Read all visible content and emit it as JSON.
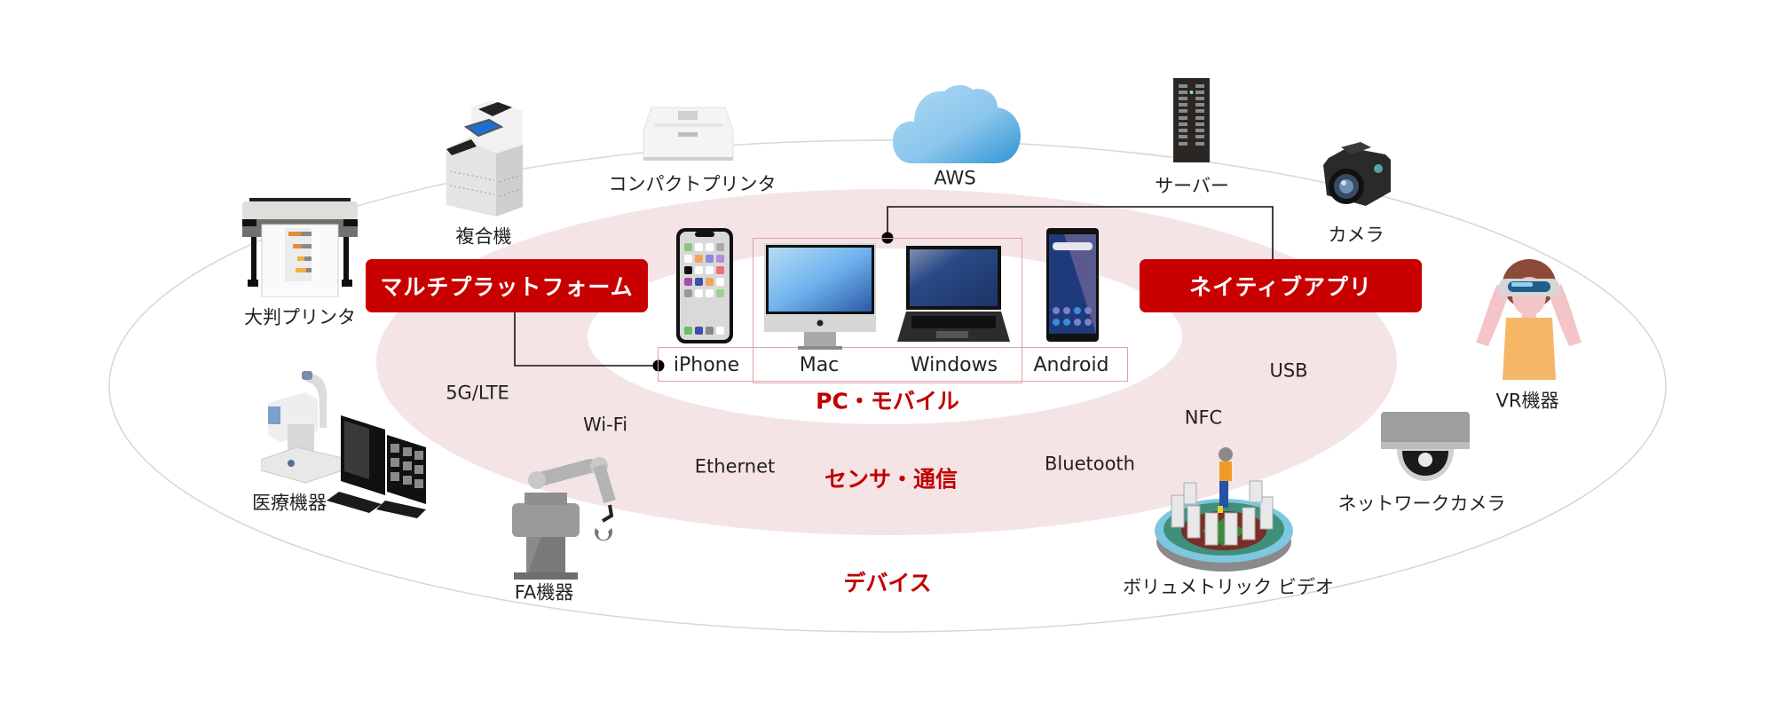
{
  "rings": {
    "inner_title": "PC・モバイル",
    "middle_title": "センサ・通信",
    "outer_title": "デバイス"
  },
  "colors": {
    "accent_red": "#c80000",
    "ring_pink": "#f5e4e5",
    "frame_pink": "#dca3a5",
    "outer_ring_stroke": "#d6d6d6"
  },
  "buttons": {
    "multiplatform": "マルチプラットフォーム",
    "native_app": "ネイティブアプリ"
  },
  "platforms": [
    {
      "label": "iPhone",
      "icon": "iphone-icon"
    },
    {
      "label": "Mac",
      "icon": "imac-icon"
    },
    {
      "label": "Windows",
      "icon": "laptop-icon"
    },
    {
      "label": "Android",
      "icon": "android-phone-icon"
    }
  ],
  "communications": [
    "5G/LTE",
    "Wi-Fi",
    "Ethernet",
    "Bluetooth",
    "NFC",
    "USB"
  ],
  "devices": [
    {
      "label": "大判プリンタ",
      "icon": "large-format-printer-icon"
    },
    {
      "label": "複合機",
      "icon": "multifunction-printer-icon"
    },
    {
      "label": "コンパクトプリンタ",
      "icon": "compact-printer-icon"
    },
    {
      "label": "AWS",
      "icon": "cloud-icon"
    },
    {
      "label": "サーバー",
      "icon": "server-icon"
    },
    {
      "label": "カメラ",
      "icon": "camera-icon"
    },
    {
      "label": "VR機器",
      "icon": "vr-headset-person-icon"
    },
    {
      "label": "ネットワークカメラ",
      "icon": "dome-camera-icon"
    },
    {
      "label": "ボリュメトリック ビデオ",
      "icon": "volumetric-studio-icon"
    },
    {
      "label": "FA機器",
      "icon": "robot-arm-icon"
    },
    {
      "label": "医療機器",
      "icon": "medical-equipment-icon"
    }
  ]
}
